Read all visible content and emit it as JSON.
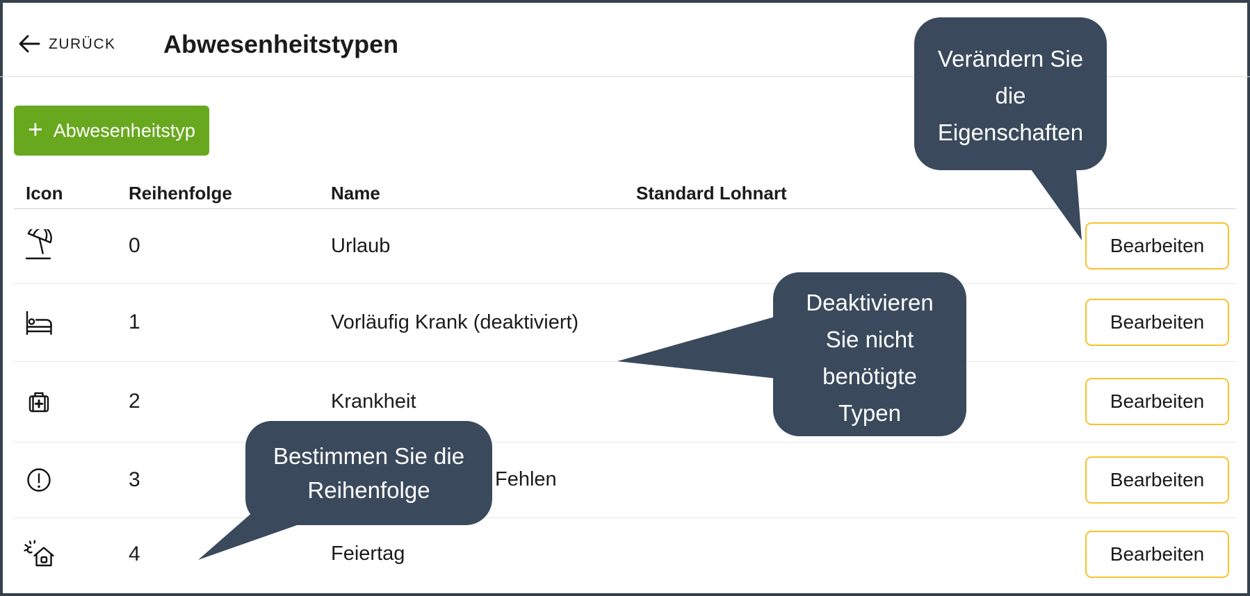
{
  "window": {
    "frame_border_color": "#35414d"
  },
  "header": {
    "back_label": "ZURÜCK",
    "back_icon": "arrow-left",
    "title": "Abwesenheitstypen"
  },
  "toolbar": {
    "add_button_plus": "+",
    "add_button_label": "Abwesenheitstyp",
    "add_button_color": "#68a81f"
  },
  "table": {
    "columns": [
      "Icon",
      "Reihenfolge",
      "Name",
      "Standard Lohnart"
    ],
    "edit_button_border_color": "#f7c32a",
    "rows": [
      {
        "icon": "beach-umbrella",
        "order": "0",
        "name": "Urlaub",
        "standard_lohnart": "",
        "action_label": "Bearbeiten"
      },
      {
        "icon": "bed",
        "order": "1",
        "name": "Vorläufig Krank (deaktiviert)",
        "standard_lohnart": "",
        "action_label": "Bearbeiten"
      },
      {
        "icon": "first-aid-kit",
        "order": "2",
        "name": "Krankheit",
        "standard_lohnart": "",
        "action_label": "Bearbeiten"
      },
      {
        "icon": "exclamation-circle",
        "order": "3",
        "name": "Fehlen",
        "standard_lohnart": "",
        "action_label": "Bearbeiten"
      },
      {
        "icon": "holiday-home",
        "order": "4",
        "name": "Feiertag",
        "standard_lohnart": "",
        "action_label": "Bearbeiten"
      }
    ]
  },
  "tooltips": {
    "bg_color": "#3a4a5c",
    "edit_properties": {
      "lines": [
        "Verändern Sie",
        "die",
        "Eigenschaften"
      ]
    },
    "deactivate_types": {
      "lines": [
        "Deaktivieren",
        "Sie nicht",
        "benötigte",
        "Typen"
      ]
    },
    "set_order": {
      "lines": [
        "Bestimmen Sie die",
        "Reihenfolge"
      ]
    }
  }
}
